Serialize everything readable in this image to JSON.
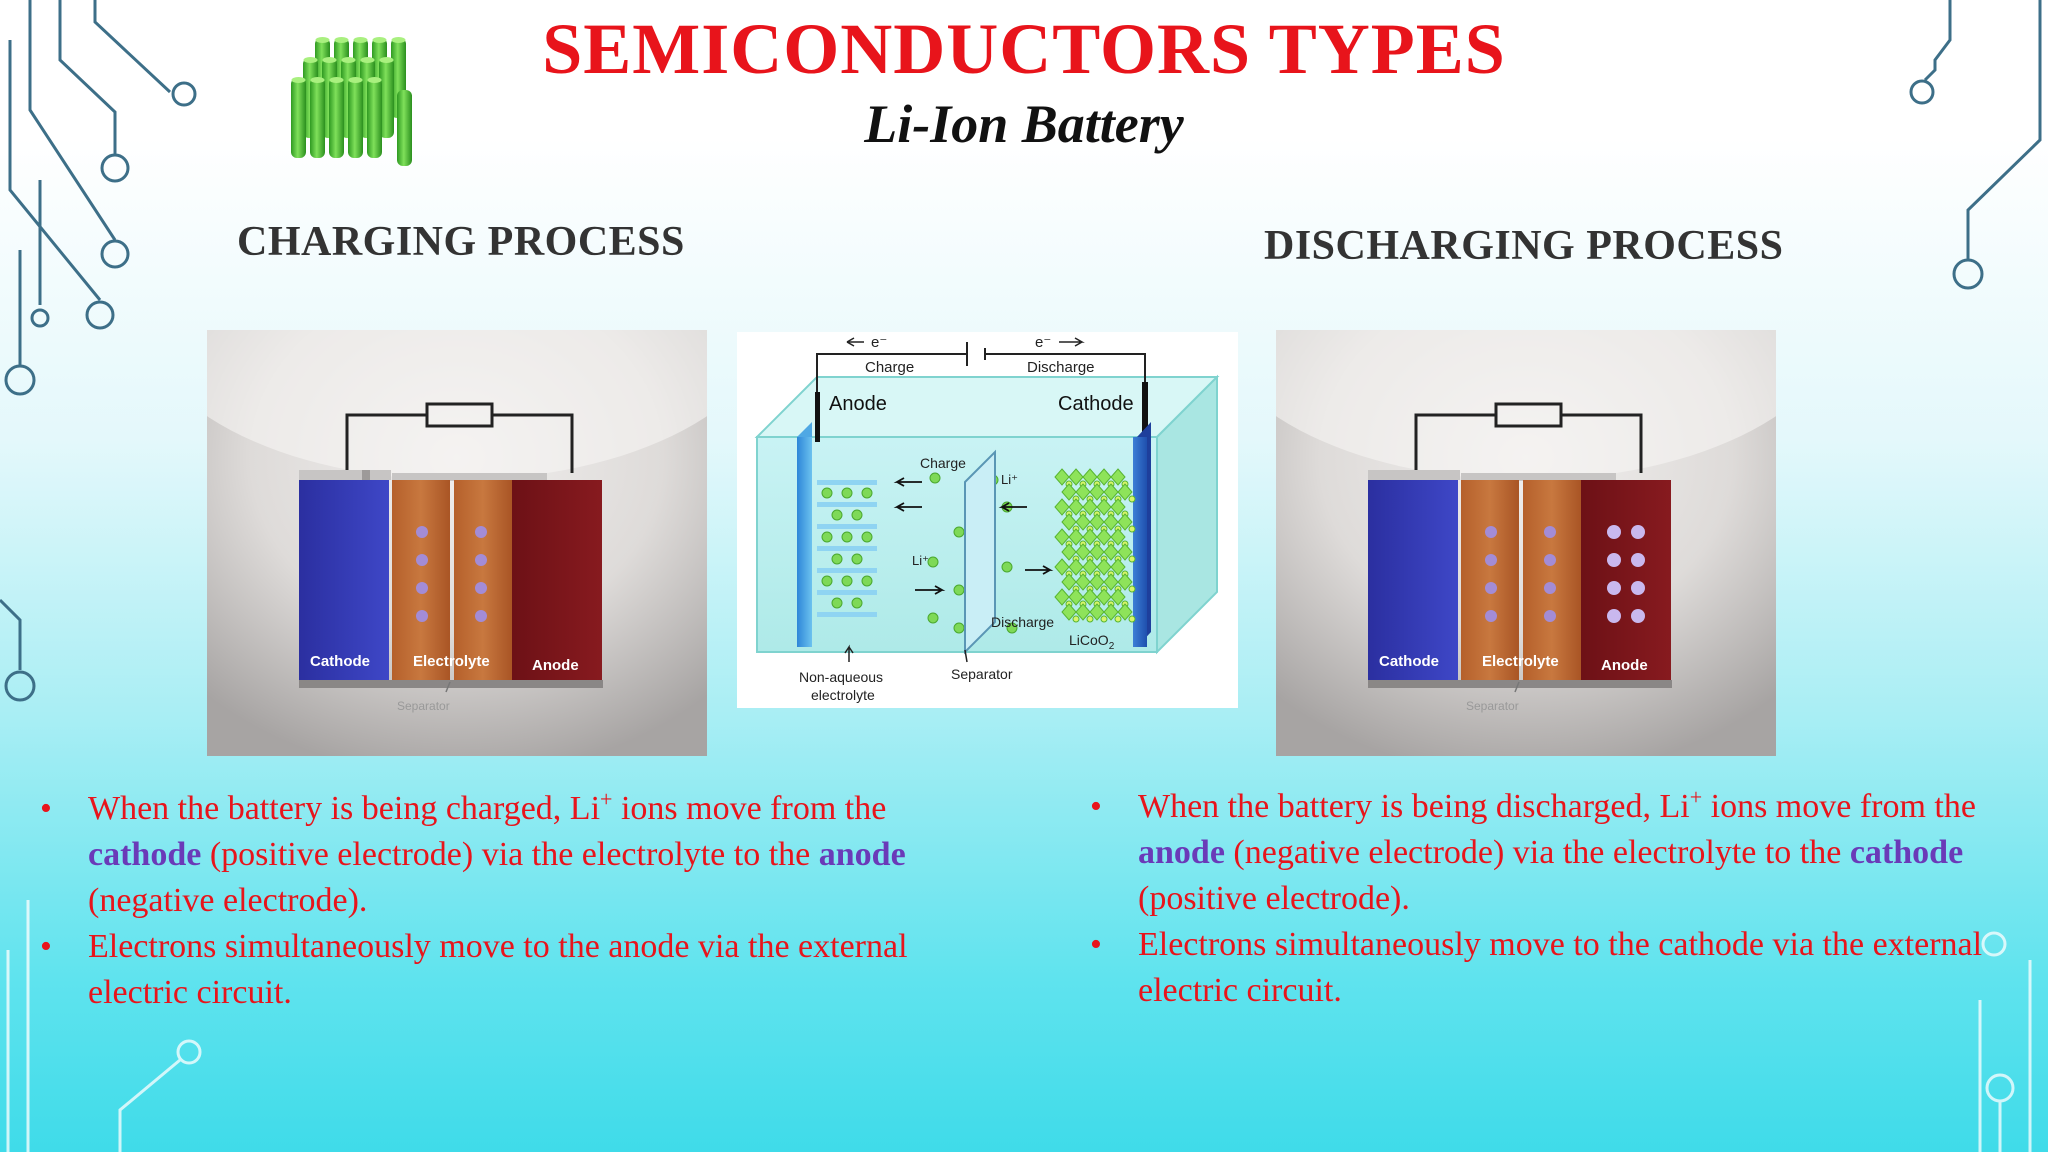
{
  "title": "SEMICONDUCTORS TYPES",
  "subtitle": "Li-Ion Battery",
  "colors": {
    "title": "#e8141b",
    "bullet_text": "#e8141b",
    "keyword": "#6a3ab8",
    "heading": "#333333",
    "circuit_lines": "#3d6f88"
  },
  "charging": {
    "heading": "CHARGING PROCESS",
    "diagram_labels": {
      "cathode": "Cathode",
      "electrolyte": "Electrolyte",
      "anode": "Anode",
      "separator": "Separator"
    },
    "bullets": [
      {
        "a": "When the battery is being charged, Li",
        "sup": "+",
        "b": " ions move from the ",
        "kw1": "cathode",
        "c": " (positive electrode) via the electrolyte to the ",
        "kw2": "anode",
        "d": " (negative electrode)."
      },
      {
        "a": "Electrons simultaneously move to the anode via the external electric circuit."
      }
    ]
  },
  "discharging": {
    "heading": "DISCHARGING PROCESS",
    "diagram_labels": {
      "cathode": "Cathode",
      "electrolyte": "Electrolyte",
      "anode": "Anode",
      "separator": "Separator"
    },
    "bullets": [
      {
        "a": "When the battery is being discharged, Li",
        "sup": "+",
        "b": " ions move from the ",
        "kw1": "anode",
        "c": " (negative electrode) via the electrolyte to the ",
        "kw2": "cathode",
        "d": " (positive electrode)."
      },
      {
        "a": "Electrons simultaneously move to the cathode via the external electric circuit."
      }
    ]
  },
  "center_diagram": {
    "electron_left": "e⁻",
    "electron_right": "e⁻",
    "charge_top": "Charge",
    "discharge_top": "Discharge",
    "anode": "Anode",
    "cathode": "Cathode",
    "charge_inner": "Charge",
    "li_right": "Li⁺",
    "li_left": "Li⁺",
    "discharge_inner": "Discharge",
    "licoo2": "LiCoO",
    "licoo2_sub": "2",
    "electrolyte": "Non-aqueous electrolyte",
    "electrolyte_line1": "Non-aqueous",
    "electrolyte_line2": "electrolyte",
    "separator": "Separator"
  },
  "bullet_symbol": "•"
}
